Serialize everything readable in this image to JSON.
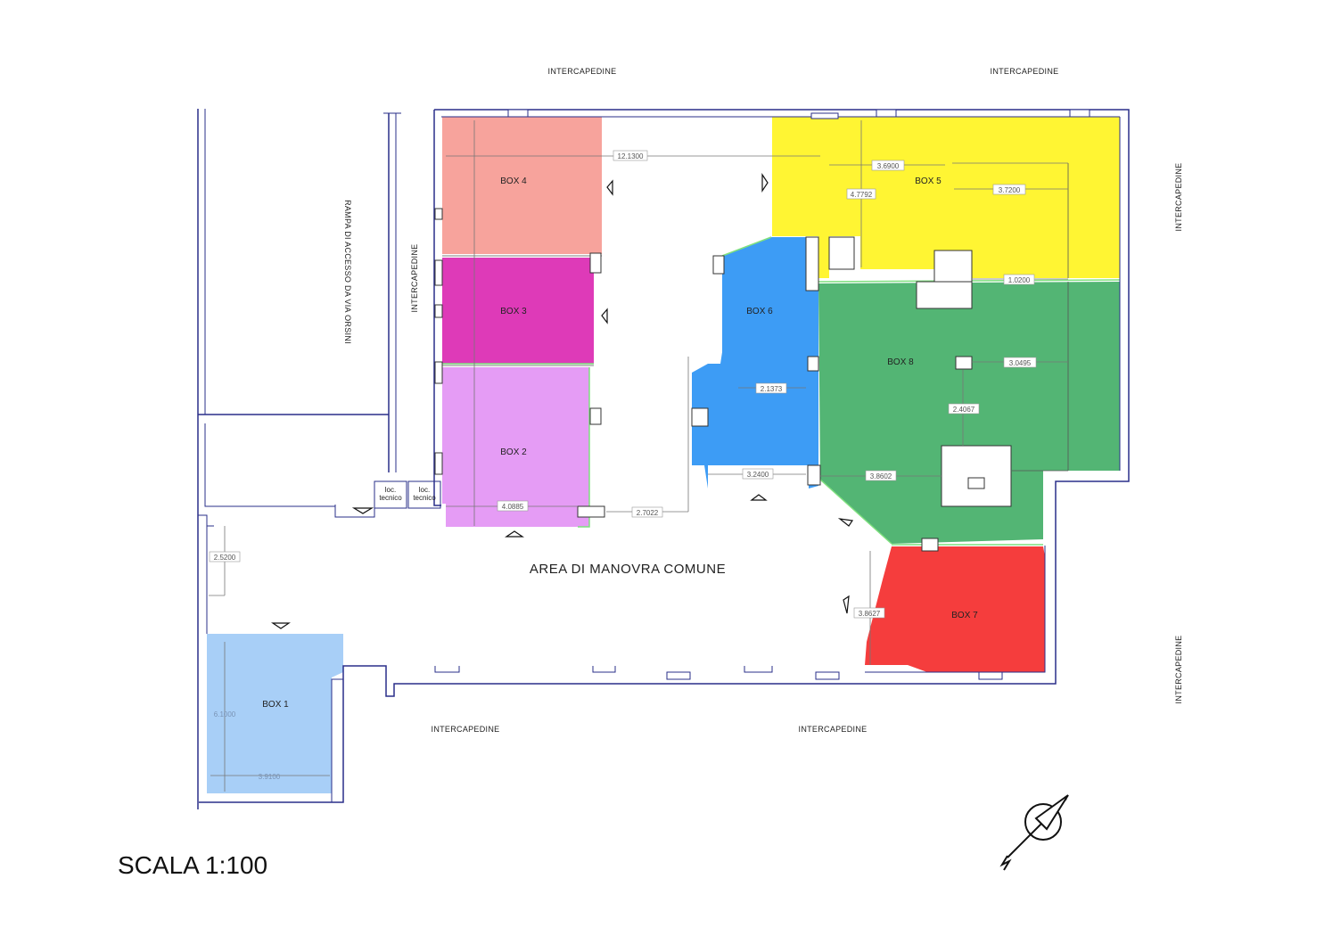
{
  "labels": {
    "intercapedine_top_left": "INTERCAPEDINE",
    "intercapedine_top_right": "INTERCAPEDINE",
    "intercapedine_right_top": "INTERCAPEDINE",
    "intercapedine_right_bottom": "INTERCAPEDINE",
    "intercapedine_bottom_left": "INTERCAPEDINE",
    "intercapedine_bottom_right": "INTERCAPEDINE",
    "intercapedine_vertical": "INTERCAPEDINE",
    "rampa": "RAMPA DI ACCESSO DA VIA ORSINI",
    "area_comune": "AREA DI MANOVRA COMUNE",
    "loc_tecnico_1_a": "loc.",
    "loc_tecnico_1_b": "tecnico",
    "loc_tecnico_2_a": "loc.",
    "loc_tecnico_2_b": "tecnico",
    "scale": "SCALA 1:100"
  },
  "boxes": {
    "box1": {
      "label": "BOX 1",
      "color": "#a8cff7"
    },
    "box2": {
      "label": "BOX 2",
      "color": "#e59cf5"
    },
    "box3": {
      "label": "BOX 3",
      "color": "#de3ab8"
    },
    "box4": {
      "label": "BOX 4",
      "color": "#f7a39c"
    },
    "box5": {
      "label": "BOX 5",
      "color": "#fff533"
    },
    "box6": {
      "label": "BOX 6",
      "color": "#3d9cf5"
    },
    "box7": {
      "label": "BOX 7",
      "color": "#f53d3d"
    },
    "box8": {
      "label": "BOX 8",
      "color": "#53b574"
    }
  },
  "dimensions": {
    "d_12_13": "12.1300",
    "d_3_69": "3.6900",
    "d_4_7792": "4.7792",
    "d_3_72": "3.7200",
    "d_1_02": "1.0200",
    "d_2_1373": "2.1373",
    "d_3_0495": "3.0495",
    "d_2_4067": "2.4067",
    "d_3_24": "3.2400",
    "d_3_8602": "3.8602",
    "d_4_0885": "4.0885",
    "d_2_7022": "2.7022",
    "d_2_52": "2.5200",
    "d_3_8627": "3.8627",
    "d_6_10": "6.1000",
    "d_3_91": "3.9100"
  }
}
